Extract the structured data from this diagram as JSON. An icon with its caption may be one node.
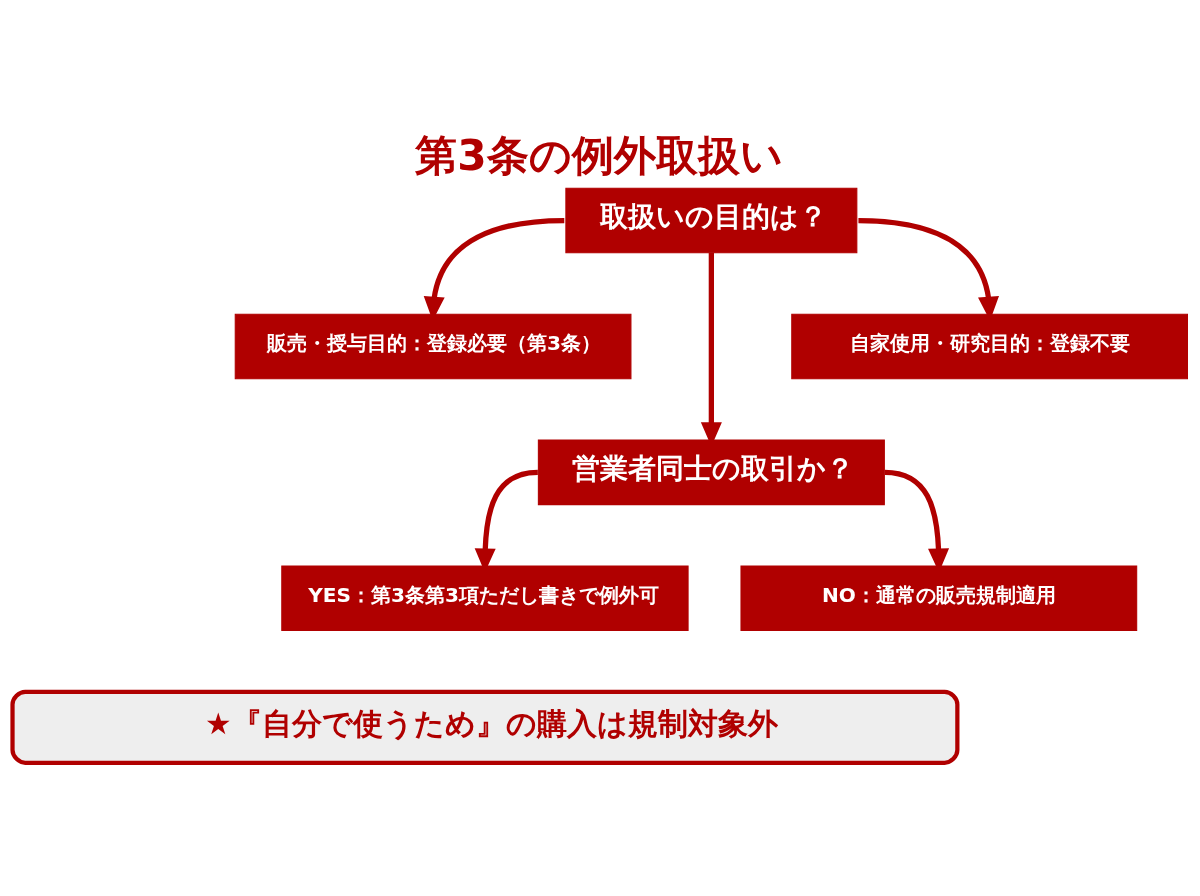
{
  "diagram": {
    "title": "第3条の例外取扱い",
    "nodes": [
      {
        "text": [
          "取扱いの目的は？"
        ]
      },
      {
        "text": [
          "販売・授与目的：登録必要（第3条）"
        ]
      },
      {
        "text": [
          "自家使用・研究目的：登録不要"
        ]
      },
      {
        "text": [
          "営業者同士の取引か？"
        ]
      },
      {
        "text": [
          "YES：第3条第3項ただし書きで例外可"
        ]
      },
      {
        "text": [
          "NO：通常の販売規制適用"
        ]
      },
      {
        "text": [
          "★『自分で使うため』の購入は規制対象外"
        ]
      }
    ],
    "edges": [
      {
        "from": 0,
        "to": 1,
        "arrow": "to"
      },
      {
        "from": 0,
        "to": 2,
        "arrow": "to"
      },
      {
        "from": 0,
        "to": 3,
        "arrow": "to"
      },
      {
        "from": 3,
        "to": 4,
        "arrow": "to"
      },
      {
        "from": 3,
        "to": 5,
        "arrow": "to"
      }
    ]
  }
}
